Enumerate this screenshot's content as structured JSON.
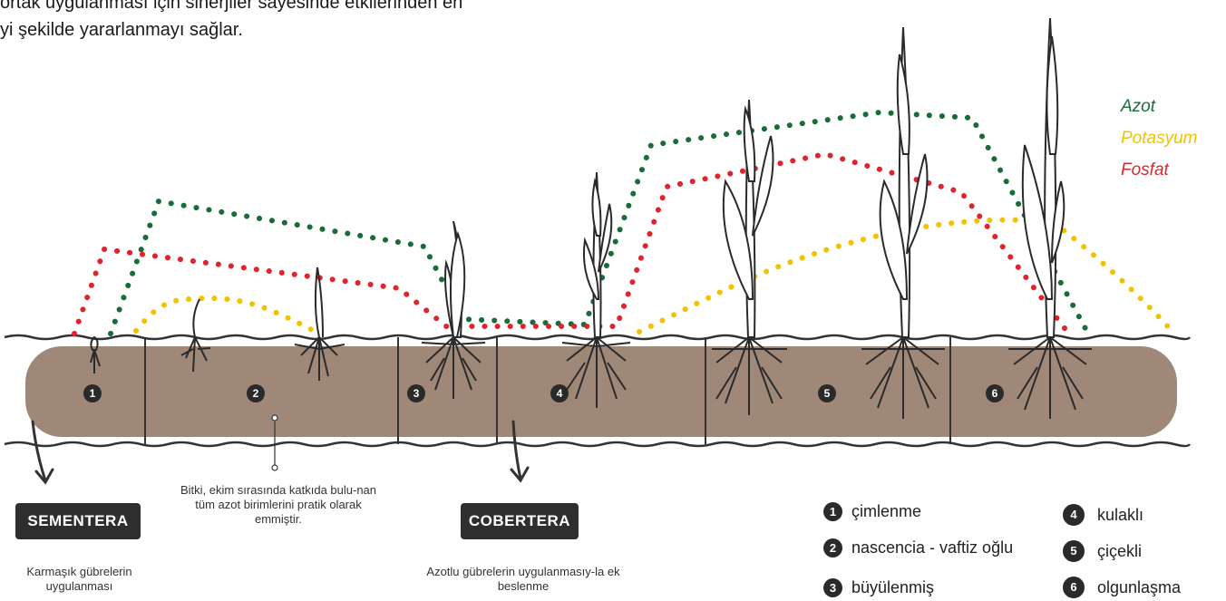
{
  "intro": {
    "line1": "ortak uygulanması için sinerjiler sayesinde etkilerinden en",
    "line2": "yi şekilde yararlanmayı sağlar."
  },
  "nutrients": [
    {
      "name": "Azot",
      "color": "#1a6b3a"
    },
    {
      "name": "Potasyum",
      "color": "#f2c200"
    },
    {
      "name": "Fosfat",
      "color": "#e0242e"
    }
  ],
  "soil": {
    "color": "#a08878",
    "stage_numbers": [
      "1",
      "2",
      "3",
      "4",
      "5",
      "6"
    ]
  },
  "callout": {
    "text": "Bitki, ekim sırasında katkıda bulu-nan tüm azot birimlerini pratik olarak emmiştir."
  },
  "sementera": {
    "label": "SEMENTERA",
    "desc": "Karmaşık gübrelerin uygulanması"
  },
  "cobertera": {
    "label": "COBERTERA",
    "desc": "Azotlu gübrelerin uygulanmasıy-la ek beslenme"
  },
  "stages": [
    {
      "num": "1",
      "name": "çimlenme"
    },
    {
      "num": "2",
      "name": "nascencia - vaftiz oğlu"
    },
    {
      "num": "3",
      "name": "büyülenmiş"
    },
    {
      "num": "4",
      "name": "kulaklı"
    },
    {
      "num": "5",
      "name": "çiçekli"
    },
    {
      "num": "6",
      "name": "olgunlaşma"
    }
  ]
}
